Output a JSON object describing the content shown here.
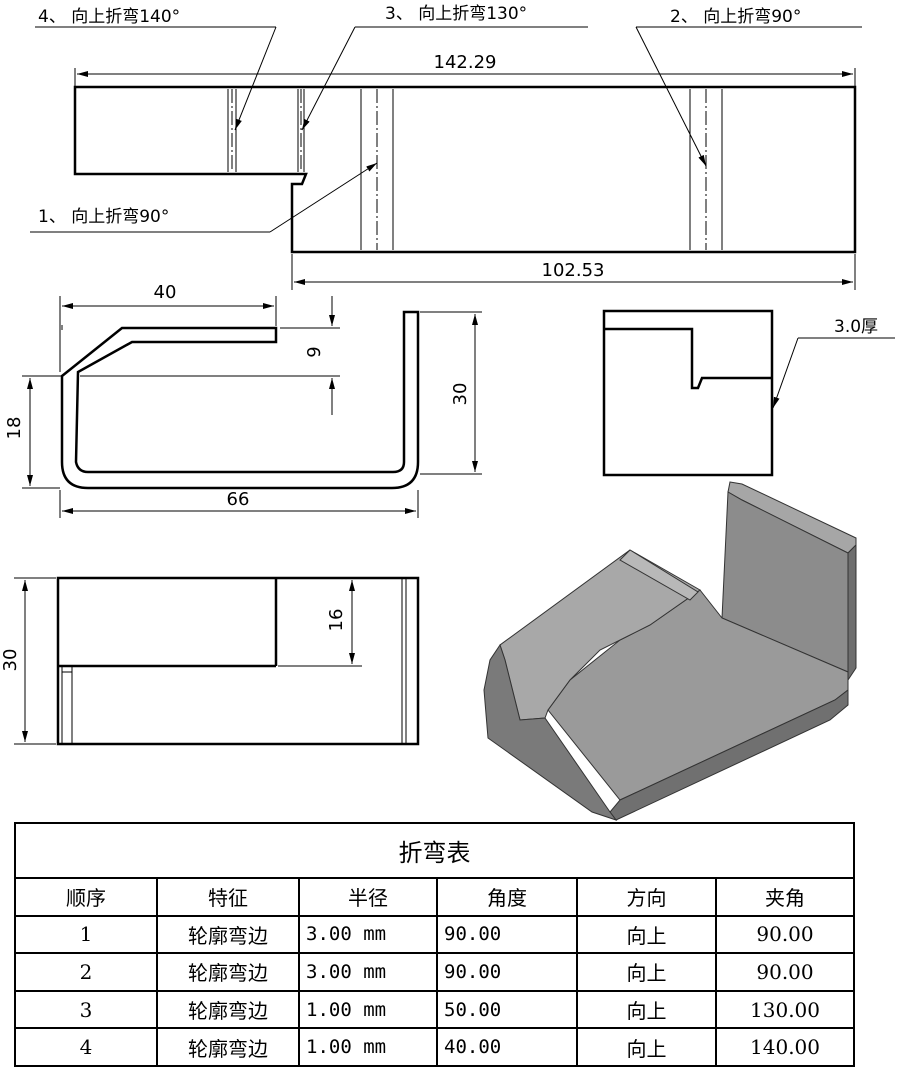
{
  "callouts": {
    "bend4": "4、 向上折弯140°",
    "bend3": "3、 向上折弯130°",
    "bend2": "2、 向上折弯90°",
    "bend1": "1、 向上折弯90°",
    "thickness": "3.0厚"
  },
  "dimensions": {
    "flat_total": "142.29",
    "flat_lower": "102.53",
    "side_top": "40",
    "side_gap": "9",
    "side_left": "18",
    "side_right": "30",
    "side_bottom": "66",
    "front_left": "30",
    "front_slot": "16"
  },
  "table": {
    "title": "折弯表",
    "headers": [
      "顺序",
      "特征",
      "半径",
      "角度",
      "方向",
      "夹角"
    ],
    "rows": [
      [
        "1",
        "轮廓弯边",
        "3.00 mm",
        "90.00",
        "向上",
        "90.00"
      ],
      [
        "2",
        "轮廓弯边",
        "3.00 mm",
        "90.00",
        "向上",
        "90.00"
      ],
      [
        "3",
        "轮廓弯边",
        "1.00 mm",
        "50.00",
        "向上",
        "130.00"
      ],
      [
        "4",
        "轮廓弯边",
        "1.00 mm",
        "40.00",
        "向上",
        "140.00"
      ]
    ]
  }
}
